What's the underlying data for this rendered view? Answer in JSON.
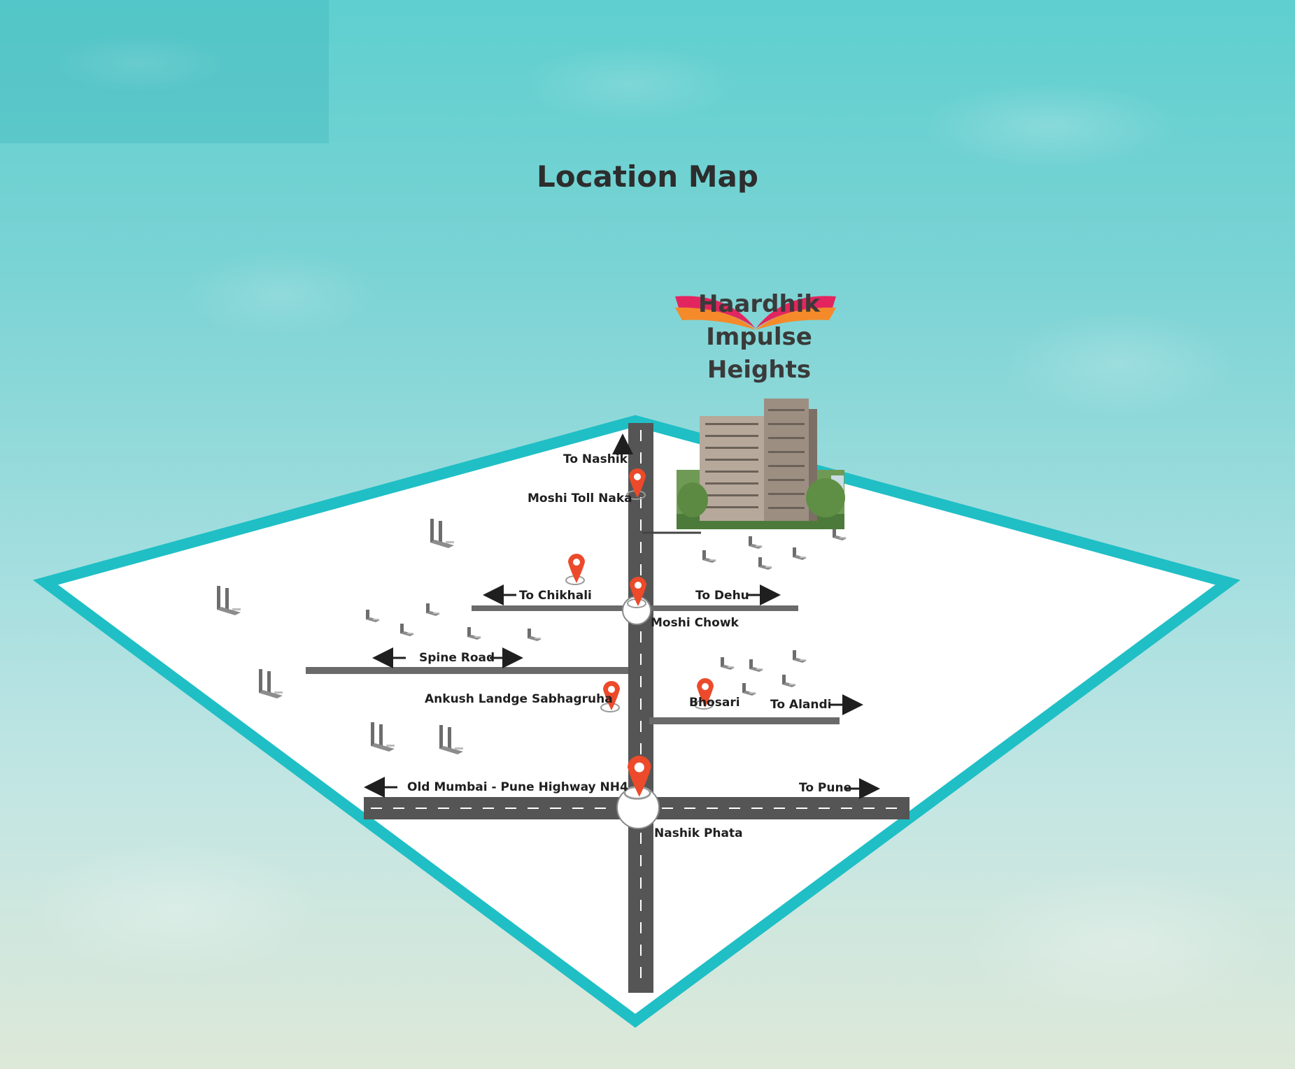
{
  "page": {
    "title": "Location Map"
  },
  "brand": {
    "name_line1": "Haardhik Impulse",
    "name_line2": "Heights"
  },
  "map": {
    "labels": {
      "to_nashik": "To Nashik",
      "moshi_toll_naka": "Moshi Toll Naka",
      "to_chikhali": "To Chikhali",
      "to_dehu": "To Dehu",
      "moshi_chowk": "Moshi Chowk",
      "spine_road": "Spine Road",
      "ankush_landge": "Ankush Landge Sabhagruha",
      "bhosari": "Bhosari",
      "to_alandi": "To Alandi",
      "old_mumbai_pune_highway": "Old Mumbai - Pune Highway NH4",
      "to_pune": "To Pune",
      "nashik_phata": "Nashik Phata"
    },
    "icons": [
      "location-pin-icon",
      "factory-icon",
      "building-photo-icon",
      "logo-wings-icon",
      "arrow-icon"
    ],
    "colors": {
      "border": "#1fbfc5",
      "road": "#555555",
      "pin": "#ec4a2a",
      "logo_top": "#e3255f",
      "logo_bottom": "#f58a2a"
    }
  }
}
